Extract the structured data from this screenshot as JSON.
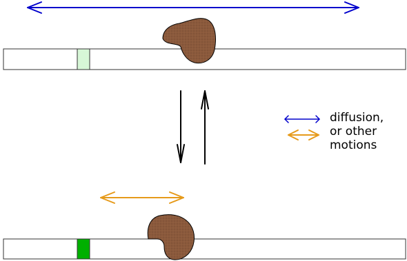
{
  "legend": {
    "lines": [
      "diffusion,",
      "or other",
      "motions"
    ]
  },
  "colors": {
    "diffusion_arrow": "#0000cc",
    "motion_arrow": "#e69a1a",
    "protein_fill": "#8b5a3c",
    "site_unbound_fill": "#d7f7d7",
    "site_bound_fill": "#00b000",
    "strand_stroke": "#333333",
    "equilibrium_arrow": "#000000"
  }
}
